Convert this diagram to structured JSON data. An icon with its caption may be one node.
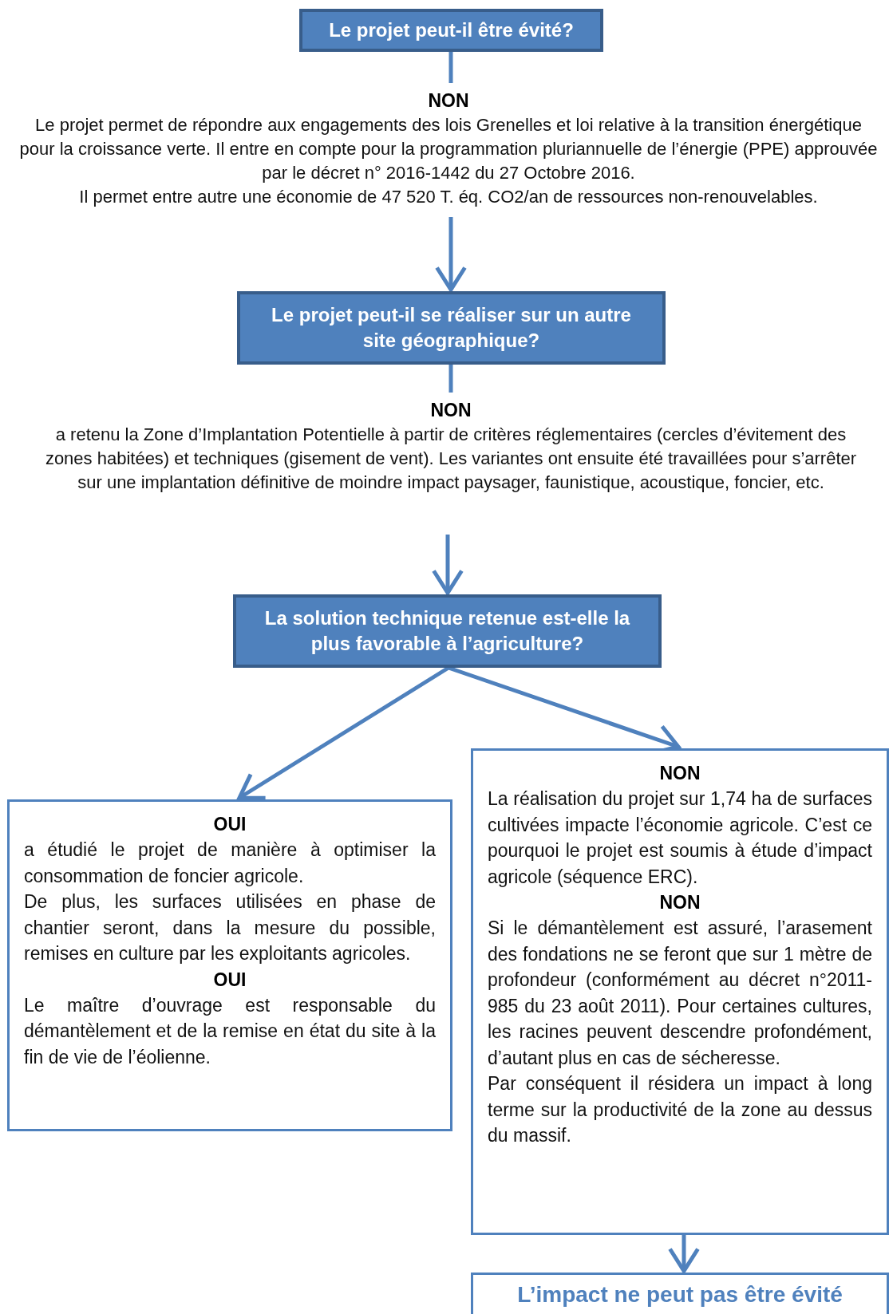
{
  "diagram": {
    "nodes": [
      {
        "text": [
          "Le projet peut-il être évité?"
        ]
      },
      {
        "text": [
          "NON",
          "Le projet permet de répondre aux engagements des lois Grenelles et loi relative à la transition énergétique pour la croissance verte. Il entre en compte pour la programmation pluriannuelle de l’énergie (PPE) approuvée par le décret n° 2016-1442 du 27 Octobre 2016.",
          "Il permet entre autre une économie de 47 520 T. éq. CO2/an de ressources non-renouvelables."
        ]
      },
      {
        "text": [
          "Le projet peut-il se réaliser sur un autre site géographique?"
        ]
      },
      {
        "text": [
          "NON",
          "a retenu la Zone d’Implantation Potentielle à partir de critères réglementaires (cercles d’évitement des zones habitées) et techniques (gisement de vent). Les variantes ont ensuite été travaillées pour s’arrêter sur une implantation définitive de moindre impact paysager, faunistique, acoustique, foncier, etc."
        ]
      },
      {
        "text": [
          "La solution technique retenue est-elle la plus favorable à l’agriculture?"
        ]
      },
      {
        "text": [
          "OUI",
          "a étudié le projet de manière à optimiser la consommation de foncier agricole.",
          "De plus, les surfaces utilisées en phase de chantier seront, dans la mesure du possible, remises en culture par les exploitants agricoles.",
          "OUI",
          "Le maître d’ouvrage est responsable du démantèlement et de la remise en état du site à la fin de vie de l’éolienne."
        ]
      },
      {
        "text": [
          "NON",
          "La réalisation du projet sur 1,74 ha de surfaces cultivées impacte l’économie agricole. C’est ce pourquoi le projet est soumis à étude d’impact agricole (séquence ERC).",
          "NON",
          "Si le démantèlement est assuré, l’arasement des fondations ne se feront que sur 1 mètre de profondeur (conformément au décret n°2011-985 du 23 août 2011). Pour certaines cultures, les racines peuvent descendre profondément, d’autant plus en cas de sécheresse.",
          "Par conséquent il résidera un impact à long terme sur la productivité de la zone au dessus du massif."
        ]
      },
      {
        "text": [
          "L’impact ne peut pas être évité"
        ]
      }
    ],
    "edges": [
      {
        "from": 0,
        "to": 1,
        "arrow": "none"
      },
      {
        "from": 1,
        "to": 2,
        "arrow": "to"
      },
      {
        "from": 2,
        "to": 3,
        "arrow": "none"
      },
      {
        "from": 3,
        "to": 4,
        "arrow": "to"
      },
      {
        "from": 4,
        "to": 5,
        "arrow": "to"
      },
      {
        "from": 4,
        "to": 6,
        "arrow": "to"
      },
      {
        "from": 6,
        "to": 7,
        "arrow": "to"
      }
    ]
  }
}
